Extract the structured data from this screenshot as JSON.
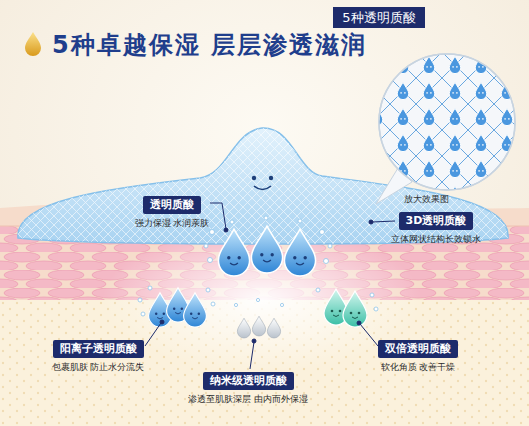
{
  "diagram": {
    "title": "5种卓越保湿 层层渗透滋润",
    "nodes": [
      {
        "text": [
          "5种透明质酸"
        ]
      },
      {
        "text": [
          "透明质酸",
          "强力保湿 水润亲肤"
        ]
      },
      {
        "text": [
          "3D透明质酸",
          "立体网状结构长效锁水"
        ]
      },
      {
        "text": [
          "阳离子透明质酸",
          "包裹肌肤 防止水分流失"
        ]
      },
      {
        "text": [
          "纳米级透明质酸",
          "渗透至肌肤深层 由内而外保湿"
        ]
      },
      {
        "text": [
          "双倍透明质酸",
          "软化角质 改善干燥"
        ]
      }
    ],
    "labels": [
      "放大效果图"
    ]
  }
}
